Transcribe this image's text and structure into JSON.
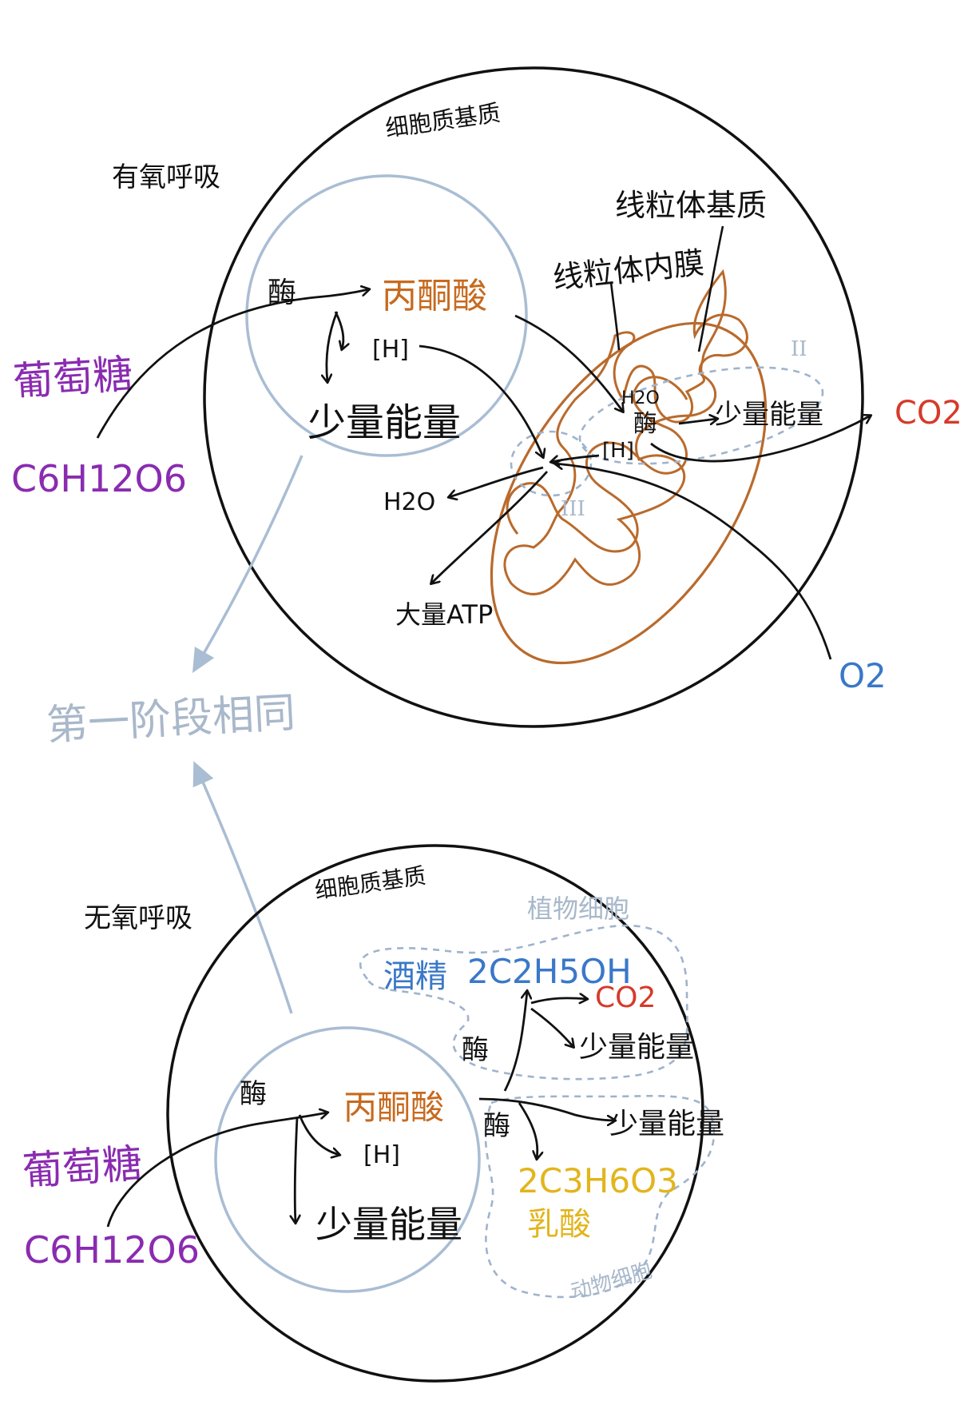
{
  "colors": {
    "ink": "#111111",
    "mitochondrion": "#b96a2c",
    "region_blue": "#9fb3cc",
    "dashed": "#9fb3cc",
    "purple": "#8a2bb0",
    "orange": "#c76a1f",
    "red": "#d63a2a",
    "blue": "#3a78c8",
    "yellow": "#e2b51d",
    "gray_text": "#a9b8ca"
  },
  "aerobic": {
    "title": "有氧呼吸",
    "cytoplasm_label": "细胞质基质",
    "glucose_label": "葡萄糖",
    "formula": "C6H12O6",
    "enzyme": "酶",
    "pyruvate": "丙酮酸",
    "h": "[H]",
    "small_energy": "少量能量",
    "matrix_label": "线粒体基质",
    "inner_membrane_label": "线粒体内膜",
    "stage2": "II",
    "stage3": "III",
    "h2o_in": "H2O",
    "matrix_enzyme": "酶",
    "matrix_h": "[H]",
    "matrix_energy": "少量能量",
    "co2": "CO2",
    "h2o_out": "H2O",
    "atp": "大量ATP",
    "o2": "O2"
  },
  "common": {
    "first_stage_same": "第一阶段相同"
  },
  "anaerobic": {
    "title": "无氧呼吸",
    "cytoplasm_label": "细胞质基质",
    "glucose_label": "葡萄糖",
    "formula": "C6H12O6",
    "enzyme": "酶",
    "pyruvate": "丙酮酸",
    "h": "[H]",
    "small_energy": "少量能量",
    "plant_label": "植物细胞",
    "alcohol": "酒精",
    "alcohol_formula": "2C2H5OH",
    "plant_enzyme": "酶",
    "co2": "CO2",
    "plant_energy": "少量能量",
    "animal_enzyme": "酶",
    "animal_energy": "少量能量",
    "lactic_formula": "2C3H6O3",
    "lactic_acid": "乳酸",
    "animal_label": "动物细胞"
  }
}
